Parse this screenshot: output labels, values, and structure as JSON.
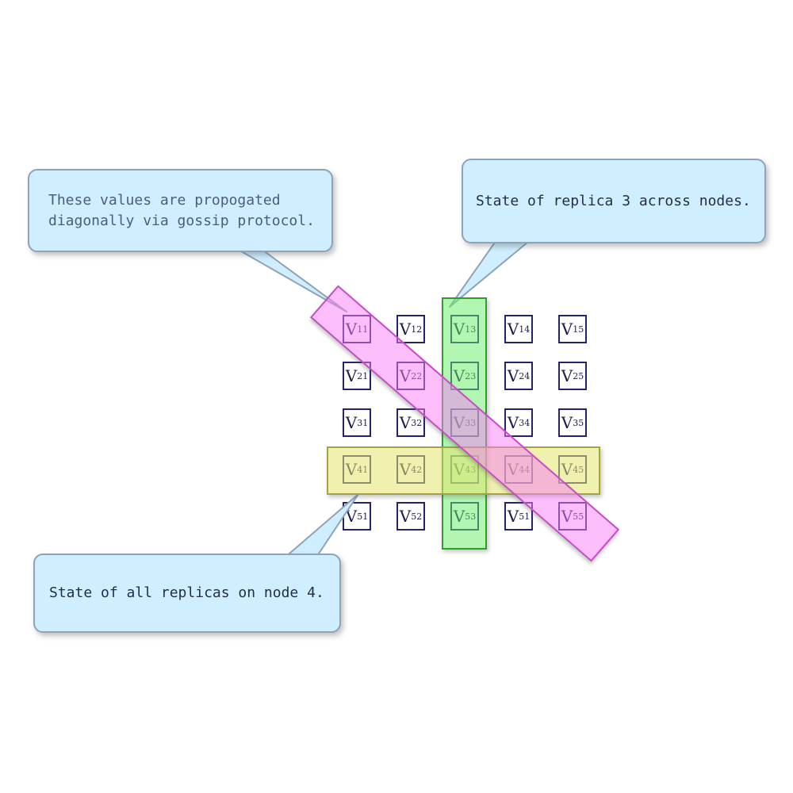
{
  "matrix": {
    "base": "V",
    "rows": [
      [
        "11",
        "12",
        "13",
        "14",
        "15"
      ],
      [
        "21",
        "22",
        "23",
        "24",
        "25"
      ],
      [
        "31",
        "32",
        "33",
        "34",
        "35"
      ],
      [
        "41",
        "42",
        "43",
        "44",
        "45"
      ],
      [
        "51",
        "52",
        "53",
        "51",
        "55"
      ]
    ]
  },
  "callouts": {
    "diagonal": {
      "line1": "These values are propogated",
      "line2": "diagonally via gossip protocol."
    },
    "replica": {
      "text": "State of replica 3 across nodes."
    },
    "node": {
      "text": "State of all replicas on node 4."
    }
  },
  "colors": {
    "callout_fill": "#cfeeff",
    "callout_border": "#8fa3b8",
    "column_highlight_fill": "#66ee66",
    "column_highlight_border": "#2f9e2f",
    "row_highlight_fill": "#e4e46e",
    "row_highlight_border": "#a5a23f",
    "diagonal_highlight_fill": "#f77df7",
    "diagonal_highlight_border": "#c44fc4",
    "cell_border": "#24246a",
    "cell_text": "#1b1b4d"
  }
}
